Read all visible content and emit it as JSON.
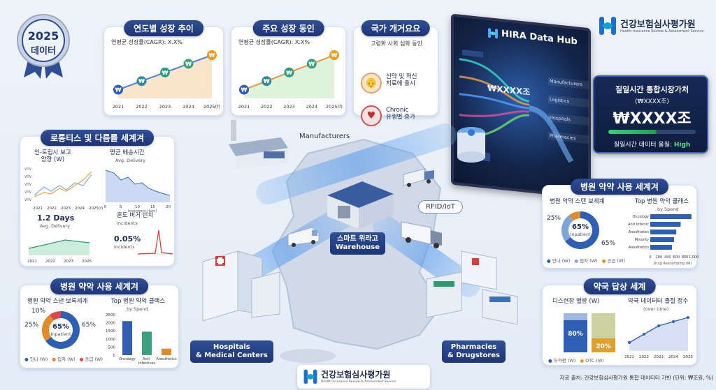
{
  "badge": {
    "year": "2025",
    "label": "데이터"
  },
  "brand": {
    "name": "건강보험심사평가원",
    "sub": "Health Insurance Review & Assessment Service"
  },
  "yearly": {
    "title": "연도별 성장 추이",
    "subtitle": "연평균 성장률(CAGR): X.X%",
    "years": [
      "2021",
      "2022",
      "2023",
      "2024",
      "2025(f)"
    ]
  },
  "drivers": {
    "title": "주요 성장 동인",
    "subtitle": "연평균 성장률(CAGR): X.X%",
    "years": [
      "2021",
      "2022",
      "2023",
      "2024",
      "2025(f)"
    ]
  },
  "national": {
    "title": "국가 개거요요",
    "sub": "고령화 사회 심화 동인",
    "item1": "신약 및 혁신\n치료에 출시",
    "item2": "Chronic\n유행별 증가"
  },
  "hub": {
    "title": "HIRA Data Hub",
    "center": "₩XXXX조",
    "rows": [
      "Manufacturers",
      "Logistics",
      "Hospitals",
      "Pharmacies"
    ]
  },
  "realtime": {
    "title": "질일시간 통합시장가처",
    "unit": "(₩XXXX조)",
    "value": "₩XXXX조",
    "quality_label": "질일시간 데이터 울질:",
    "quality_value": "High"
  },
  "logistics": {
    "title": "로통티스 및 다름를 세계겨",
    "left_title": "인-트립시 보고\n양향 (W)",
    "right_title": "평균 베송시간",
    "right_sub": "Avg. Delivery",
    "right_axis": "Inventoror (tum)",
    "days": "1.2 Days",
    "days_sub": "Avg. Delivery",
    "incident_title": "혼도 버거 빈치",
    "incident_sub": "Incidents",
    "incident_value": "0.05%",
    "incident_value_sub": "Incidents",
    "left_years": [
      "2021",
      "2022",
      "2023",
      "2024",
      "2025(f)"
    ],
    "bottom_years": [
      "2021",
      "2022",
      "2023",
      "2025"
    ],
    "right_ticks": [
      "0",
      "5",
      "10",
      "15",
      "20"
    ]
  },
  "map_labels": {
    "manufacturers": "Manufacturers",
    "warehouse": "스마트 위라고\nWarehouse",
    "rfid": "RFID/IoT",
    "hospitals": "Hospitals\n& Medical Centers",
    "pharmacies": "Pharmacies\n& Drugstores"
  },
  "hospital_left": {
    "title": "병원 약악 사용 세계겨",
    "donut_title": "병원 약악 스낸 보록세계",
    "donut_center": "65%",
    "donut_center_sub": "Inpatient",
    "p10": "10%",
    "p25": "25%",
    "p65": "65%",
    "legend": [
      "인나 (W)",
      "입차 (W)",
      "응급 (W)"
    ],
    "bar_title": "Top 병원 약악 클랙스",
    "bar_sub": "by Spend",
    "bar_cats": [
      "Oncology",
      "Anti-\nInfectives",
      "Anesthetics"
    ],
    "bar_ticks": [
      "2500",
      "2000",
      "1500",
      "1000",
      "500",
      "0"
    ]
  },
  "hospital_right": {
    "title": "병원 악약 사용 세계겨",
    "donut_title": "병원 악약 스텐 보세계",
    "p25": "25%",
    "p65": "65%",
    "donut_center": "65%",
    "donut_center_sub": "Inpatient",
    "legend": [
      "인나 (W)",
      "입차 (W)",
      "응급 (W)"
    ],
    "bar_title": "Top 병원 약악 클래스",
    "bar_sub": "by Spend",
    "bar_cats": [
      "Oncology",
      "Anti Infectic",
      "Anesthetics",
      "Minority",
      "Anesthetics"
    ],
    "bar_ticks": [
      "0",
      "200",
      "400",
      "600",
      "800",
      "1,000"
    ],
    "bar_axis": "Drug Rascamping (W)"
  },
  "pharmacy": {
    "title": "약국 답상 세계",
    "left_title": "디스현장 별량 (W)",
    "left_a": "80%",
    "left_b": "20%",
    "legend": [
      "처적평 (W)",
      "OTC (W)"
    ],
    "right_title": "약국 데이터터 졸질 정수",
    "right_sub": "(over time)",
    "years": [
      "2021",
      "2022",
      "2023",
      "2024",
      "2025"
    ]
  },
  "footer": "자료 출처: 건강보험심사평가원 통합 데이터터 기반 (단위: ₩조원, %)",
  "chart_data": [
    {
      "type": "line",
      "title": "연도별 성장 추이",
      "x": [
        "2021",
        "2022",
        "2023",
        "2024",
        "2025(f)"
      ],
      "values": [
        1,
        2,
        3,
        4,
        5
      ]
    },
    {
      "type": "line",
      "title": "주요 성장 동인",
      "x": [
        "2021",
        "2022",
        "2023",
        "2024",
        "2025(f)"
      ],
      "values": [
        1,
        2,
        3,
        4,
        5
      ]
    },
    {
      "type": "pie",
      "title": "병원 약악 스낸 보록세계",
      "categories": [
        "인나 (W)",
        "입차 (W)",
        "응급 (W)"
      ],
      "values": [
        65,
        25,
        10
      ]
    },
    {
      "type": "bar",
      "title": "Top 병원 약악 클랙스",
      "categories": [
        "Oncology",
        "Anti-Infectives",
        "Anesthetics"
      ],
      "values": [
        2100,
        1450,
        400
      ],
      "ylim": [
        0,
        2500
      ]
    },
    {
      "type": "pie",
      "title": "병원 악약 스텐 보세계",
      "categories": [
        "인나 (W)",
        "입차 (W)",
        "응급 (W)"
      ],
      "values": [
        65,
        25,
        10
      ]
    },
    {
      "type": "bar",
      "title": "Top 병원 약악 클래스",
      "categories": [
        "Oncology",
        "Anti Infectic",
        "Anesthetics",
        "Minority",
        "Anesthetics"
      ],
      "values": [
        950,
        700,
        600,
        550,
        500
      ],
      "xlim": [
        0,
        1000
      ]
    },
    {
      "type": "bar",
      "title": "디스현장 별량 (W)",
      "categories": [
        "처적평 (W)",
        "OTC (W)"
      ],
      "values": [
        80,
        20
      ]
    },
    {
      "type": "line",
      "title": "약국 데이터터 졸질 정수",
      "x": [
        "2021",
        "2022",
        "2023",
        "2024",
        "2025"
      ],
      "values": [
        1,
        2,
        3,
        3.5,
        4
      ]
    }
  ]
}
